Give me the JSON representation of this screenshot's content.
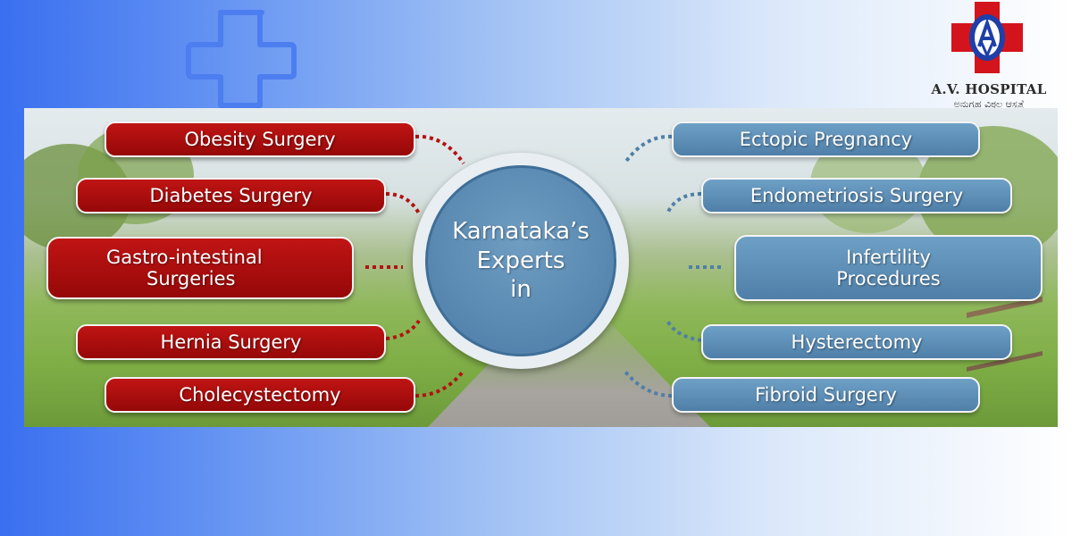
{
  "logo": {
    "name": "A.V. HOSPITAL",
    "tagline": "ಅನುಗ್ರಹ ವಿಠ್ಠಲ ಆಸ್ಪತ್ರೆ",
    "letters": "AV"
  },
  "center": {
    "line1": "Karnataka’s",
    "line2": "Experts",
    "line3": "in"
  },
  "left_services": [
    {
      "line1": "Obesity Surgery"
    },
    {
      "line1": "Diabetes Surgery"
    },
    {
      "line1": "Gastro-intestinal",
      "line2": "Surgeries"
    },
    {
      "line1": "Hernia Surgery"
    },
    {
      "line1": "Cholecystectomy"
    }
  ],
  "right_services": [
    {
      "line1": "Ectopic Pregnancy"
    },
    {
      "line1": "Endometriosis Surgery"
    },
    {
      "line1": "Infertility",
      "line2": "Procedures"
    },
    {
      "line1": "Hysterectomy"
    },
    {
      "line1": "Fibroid Surgery"
    }
  ],
  "colors": {
    "left_pill": "#b00f0f",
    "right_pill": "#5e8fb8",
    "center": "#5a88b0",
    "logo_red": "#d3141c",
    "logo_blue": "#1f3fa8"
  }
}
